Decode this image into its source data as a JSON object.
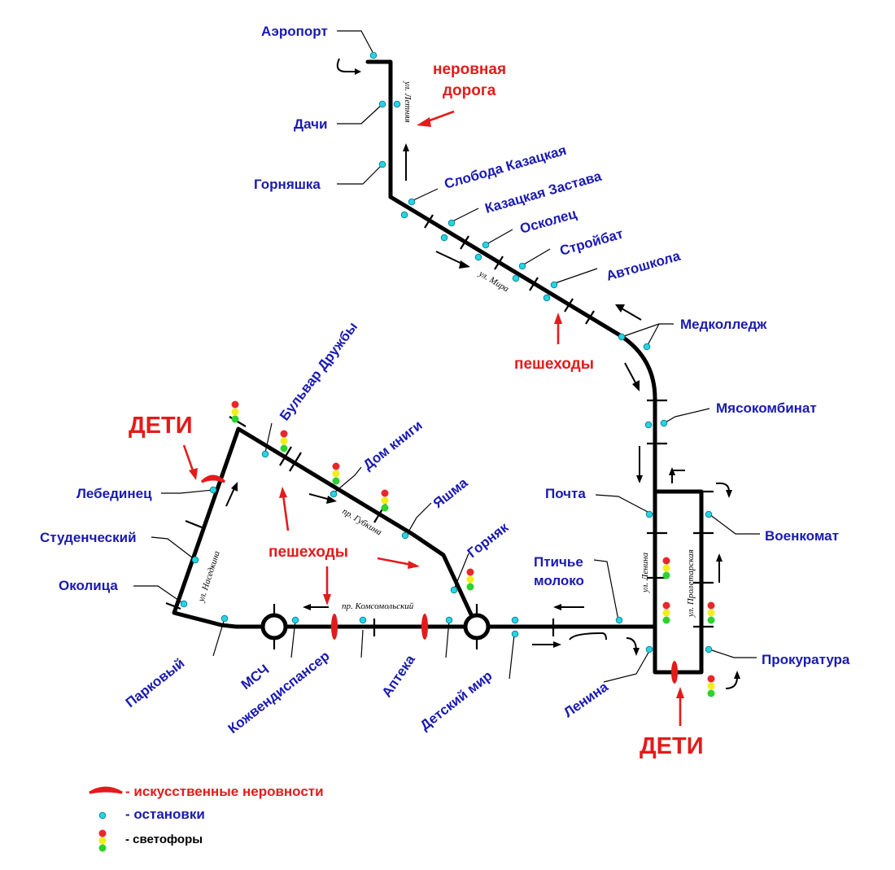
{
  "warnings": {
    "rough_road_line1": "неровная",
    "rough_road_line2": "дорога",
    "pedestrians_top": "пешеходы",
    "pedestrians_left": "пешеходы",
    "kids_left": "ДЕТИ",
    "kids_right": "ДЕТИ"
  },
  "streets": {
    "letnyaya": "ул. Летняя",
    "mira": "ул. Мира",
    "nasedkina": "ул. Наседкина",
    "gubkina": "пр. Губкина",
    "komsomolsky": "пр. Комсомольский",
    "lenina": "ул. Ленина",
    "proletarskaya": "ул. Пролетарская"
  },
  "stops": {
    "airport": "Аэропорт",
    "dachi": "Дачи",
    "gornyashka": "Горняшка",
    "sloboda": "Слобода Казацкая",
    "zastava": "Казацкая Застава",
    "oskolets": "Осколец",
    "stroybat": "Стройбат",
    "avtoshkola": "Автошкола",
    "medkolledzh": "Медколледж",
    "myasokombinat": "Мясокомбинат",
    "pochta": "Почта",
    "voenkomat": "Военкомат",
    "ptichye1": "Птичье",
    "ptichye2": "молоко",
    "prokuratura": "Прокуратура",
    "lenina": "Ленина",
    "detsky_mir": "Детский мир",
    "apteka": "Аптека",
    "kozhvendispanser": "Кожвендиспансер",
    "mchs": "МСЧ",
    "parkovy": "Парковый",
    "okolitsa": "Околица",
    "studenchesky": "Студенческий",
    "lebedinets": "Лебединец",
    "bulvar": "Бульвар Дружбы",
    "dom_knigi": "Дом книги",
    "yashma": "Яшма",
    "gornyak": "Горняк"
  },
  "legend": {
    "bumps": "- искусственные неровности",
    "stops": "- остановки",
    "lights": "- светофоры"
  },
  "colors": {
    "road": "#000000",
    "stop": "#27d3e6",
    "stop_label": "#1a1ab0",
    "warning": "#e31b1b",
    "light_red": "#e8272a",
    "light_yellow": "#f2ee1a",
    "light_green": "#2ed12e"
  }
}
